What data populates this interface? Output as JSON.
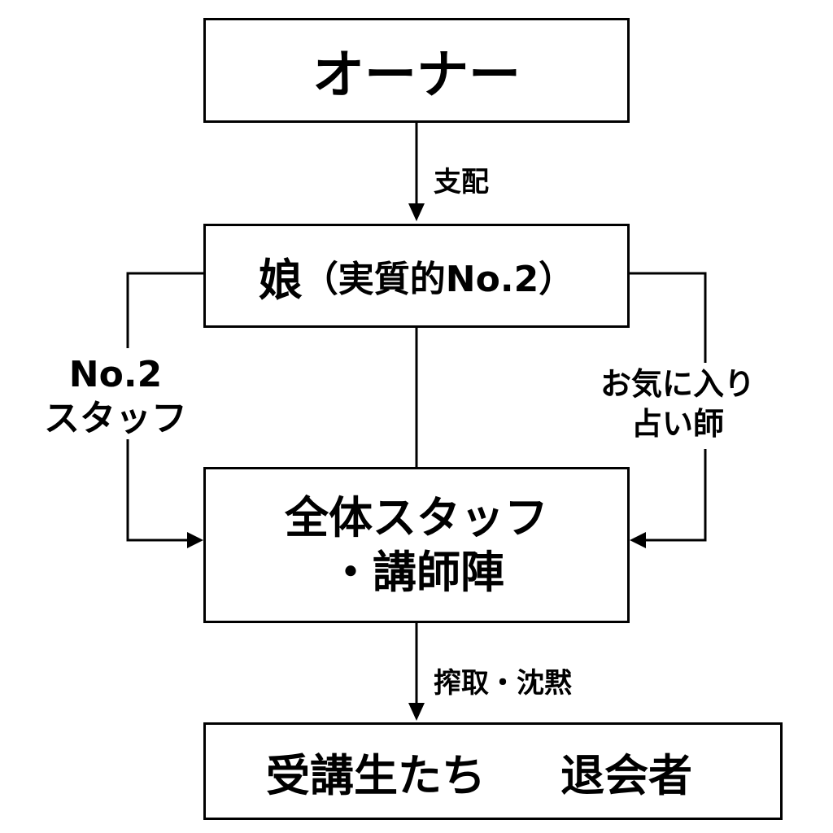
{
  "nodes": {
    "owner": "オーナー",
    "daughter": {
      "main": "娘",
      "paren": "（実質的No.2）"
    },
    "staff": {
      "line1": "全体スタッフ",
      "line2": "・講師陣"
    },
    "students": {
      "main": "受講生たち",
      "side": "退会者"
    }
  },
  "edges": {
    "control": "支配",
    "exploit": "搾取・沈黙",
    "no2_staff": {
      "line1": "No.2",
      "line2": "スタッフ"
    },
    "favorite": {
      "line1": "お気に入り",
      "line2": "占い師"
    }
  },
  "colors": {
    "line": "#000000",
    "background": "#ffffff"
  }
}
